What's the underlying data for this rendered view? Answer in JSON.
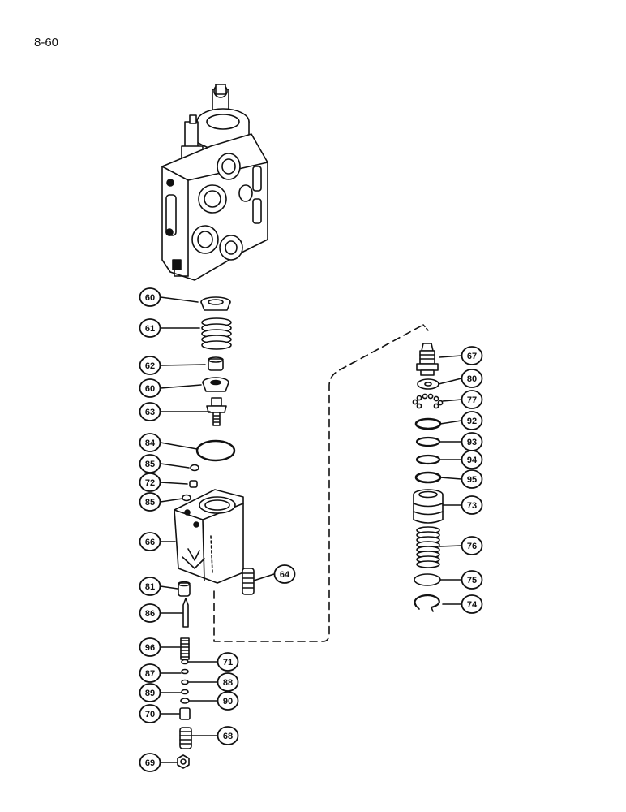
{
  "page_number": "8-60",
  "callouts_left": [
    "60",
    "61",
    "62",
    "60",
    "63",
    "84",
    "85",
    "72",
    "85",
    "66",
    "81",
    "86",
    "96",
    "87",
    "89",
    "70",
    "69"
  ],
  "callouts_right": [
    "67",
    "80",
    "77",
    "92",
    "93",
    "94",
    "95",
    "73",
    "76",
    "75",
    "74"
  ],
  "callouts_inner": [
    "64",
    "71",
    "88",
    "90",
    "68"
  ]
}
